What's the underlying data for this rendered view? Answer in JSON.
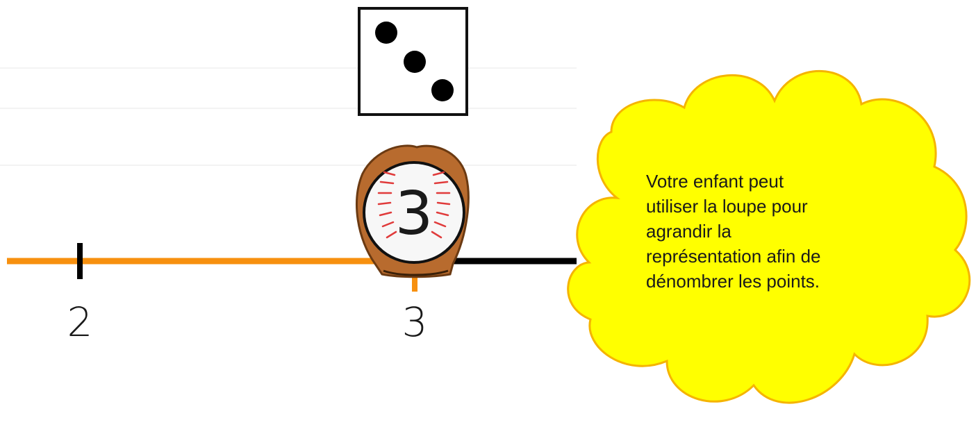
{
  "die": {
    "pips": 3
  },
  "number_line": {
    "ticks": [
      {
        "value": 2,
        "label": "2"
      },
      {
        "value": 3,
        "label": "3"
      }
    ],
    "highlight_end": 3
  },
  "baseball": {
    "number": "3"
  },
  "callout": {
    "lines": [
      "Votre enfant peut",
      "utiliser la loupe pour",
      "agrandir la",
      "représentation afin de",
      "dénombrer les points."
    ]
  },
  "colors": {
    "number_line": "#000000",
    "highlight": "#f7900f",
    "bubble_fill": "#ffff00",
    "bubble_stroke": "#f5b400",
    "glove": "#b86b2e",
    "ball_stitch": "#e03b3b"
  }
}
